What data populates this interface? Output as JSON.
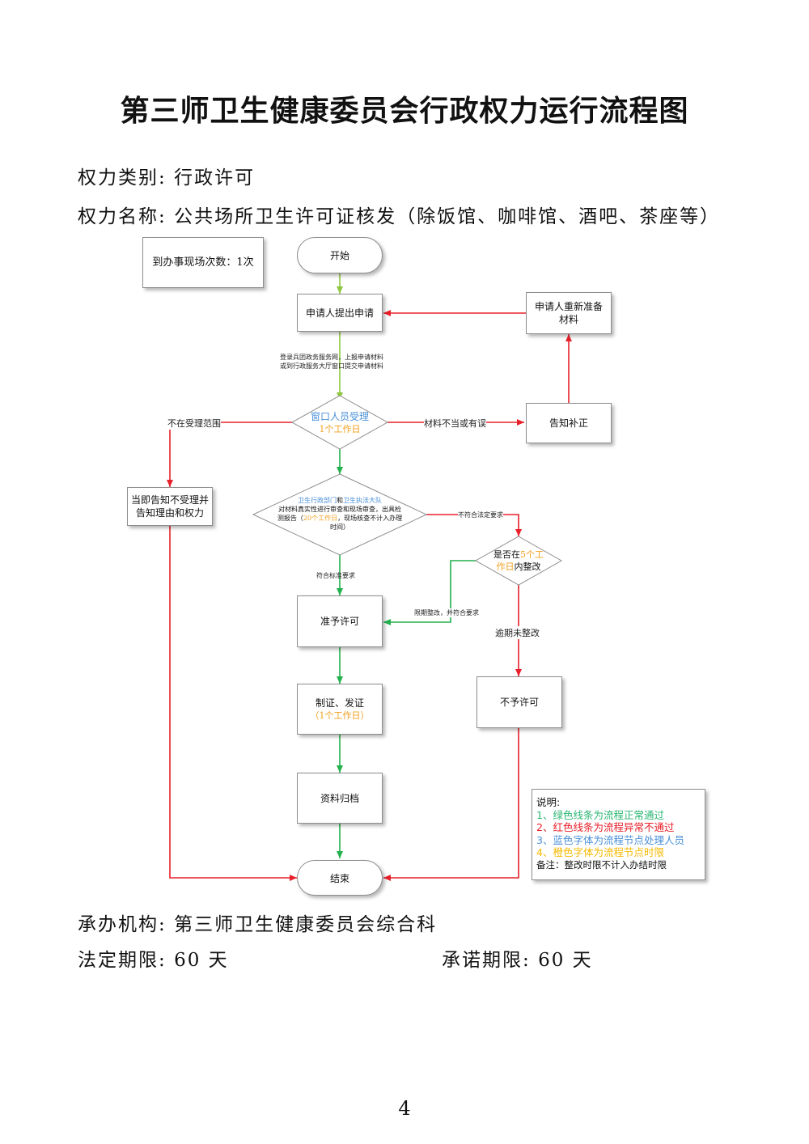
{
  "title": "第三师卫生健康委员会行政权力运行流程图",
  "meta": {
    "category_label": "权力类别:",
    "category_value": "行政许可",
    "name_label": "权力名称:",
    "name_value": "公共场所卫生许可证核发（除饭馆、咖啡馆、酒吧、茶座等）",
    "org_label": "承办机构:",
    "org_value": "第三师卫生健康委员会综合科",
    "legal_label": "法定期限:",
    "legal_value": "60 天",
    "promise_label": "承诺期限:",
    "promise_value": "60 天"
  },
  "visits": "到办事现场次数：1次",
  "nodes": {
    "start": "开始",
    "apply": "申请人提出申请",
    "reprepare": "申请人重新准备材料",
    "notify": "告知补正",
    "accept_line1": "窗口人员受理",
    "accept_line2": "1个工作日",
    "reject_notice": "当即告知不受理并告知理由和权力",
    "review_line1a": "卫生行政部门",
    "review_line1b": "和",
    "review_line1c": "卫生执法大队",
    "review_line2": "对材料真实性进行审查和现场审查，出具检",
    "review_line3a": "测报告（",
    "review_line3b": "20个工作日",
    "review_line3c": "，现场核查不计入办理",
    "review_line4": "时间）",
    "rectify_line1a": "是否在",
    "rectify_line1b": "5个工",
    "rectify_line2a": "作日",
    "rectify_line2b": "内整改",
    "approve": "准予许可",
    "issue_line1": "制证、发证",
    "issue_line2": "（1个工作日）",
    "archive": "资料归档",
    "deny": "不予许可",
    "end": "结束"
  },
  "edge_labels": {
    "submit_line1": "登录兵团政务服务网，上报申请材料",
    "submit_line2": "或到行政服务大厅窗口提交申请材料",
    "out_of_scope": "不在受理范围",
    "material_issue": "材料不当或有误",
    "not_compliant": "不符合法定要求",
    "compliant": "符合标准要求",
    "rectified": "限期整改，并符合要求",
    "overdue": "逾期未整改"
  },
  "legend": {
    "heading": "说明:",
    "items": [
      {
        "text": "1、绿色线条为流程正常通过",
        "color": "#2bb673"
      },
      {
        "text": "2、红色线条为流程异常不通过",
        "color": "#e8202a"
      },
      {
        "text": "3、蓝色字体为流程节点处理人员",
        "color": "#4a90d9"
      },
      {
        "text": "4、橙色字体为流程节点时限",
        "color": "#f5b800"
      }
    ],
    "note": "备注：整改时限不计入办结时限"
  },
  "colors": {
    "green": "#22b14c",
    "red": "#e8202a",
    "lightgreen": "#8dc63f",
    "blue": "#4a90d9",
    "orange": "#f0a020"
  },
  "page_number": "4"
}
